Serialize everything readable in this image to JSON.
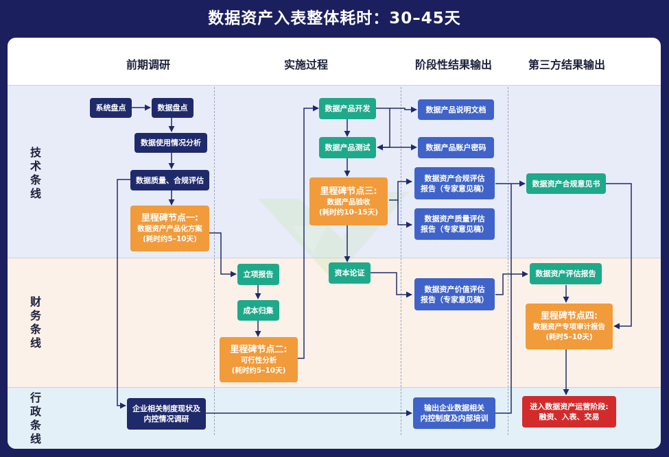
{
  "title": "数据资产入表整体耗时：30–45天",
  "columns": [
    "前期调研",
    "实施过程",
    "阶段性结果输出",
    "第三方结果输出"
  ],
  "lanes": {
    "tech": [
      "技",
      "术",
      "条",
      "线"
    ],
    "finance": [
      "财",
      "务",
      "条",
      "线"
    ],
    "admin": [
      "行",
      "政",
      "条",
      "线"
    ]
  },
  "nodes": {
    "system_inventory": "系统盘点",
    "data_inventory": "数据盘点",
    "usage_analysis": "数据使用情况分析",
    "quality_compliance": "数据质量、合规评估",
    "m1": {
      "title": "里程碑节点一:",
      "line1": "数据资产产品化方案",
      "line2": "(耗时约5–10天)"
    },
    "project_report": "立项报告",
    "cost_collect": "成本归集",
    "m2": {
      "title": "里程碑节点二:",
      "line1": "可行性分析",
      "line2": "(耗时约5–10天)"
    },
    "product_dev": "数据产品开发",
    "product_test": "数据产品测试",
    "m3": {
      "title": "里程碑节点三:",
      "line1": "数据产品验收",
      "line2": "(耗时约10–15天)"
    },
    "capital_review": "资本论证",
    "product_doc": "数据产品说明文档",
    "product_account": "数据产品账户密码",
    "compliance_report": {
      "line1": "数据资产合规评估",
      "line2": "报告（专家意见稿）"
    },
    "quality_report": {
      "line1": "数据资产质量评估",
      "line2": "报告（专家意见稿）"
    },
    "value_report": {
      "line1": "数据资产价值评估",
      "line2": "报告（专家意见稿）"
    },
    "compliance_opinion": "数据资产合规意见书",
    "valuation_report": "数据资产评估报告",
    "m4": {
      "title": "里程碑节点四:",
      "line1": "数据资产专项审计报告",
      "line2": "(耗时5–10天)"
    },
    "enter_stage": {
      "line1": "进入数据资产运营阶段:",
      "line2": "融资、入表、交易"
    },
    "enterprise_research": {
      "line1": "企业相关制度现状及",
      "line2": "内控情况调研"
    },
    "internal_control": {
      "line1": "输出企业数据相关",
      "line2": "内控制度及内部培训"
    }
  },
  "colors": {
    "background": "#1b1f5e",
    "navy": "#1f2a6b",
    "teal": "#1ea98a",
    "blue": "#3f63c9",
    "orange": "#f19b3b",
    "red": "#d32b2b",
    "arrow": "#1f2a6b"
  }
}
